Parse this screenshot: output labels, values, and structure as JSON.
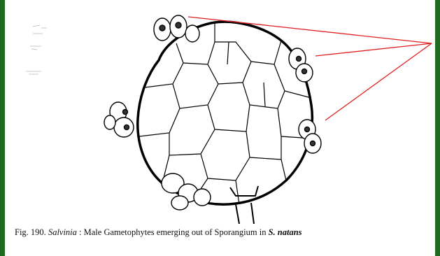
{
  "figure": {
    "caption_prefix": "Fig. 190. ",
    "caption_genus": "Salvinia",
    "caption_middle": " : Male Gametophytes emerging out of Sporangium in ",
    "caption_species": "S. natans",
    "pointer_color": "#e02020",
    "background_color": "#1f6b1f"
  }
}
